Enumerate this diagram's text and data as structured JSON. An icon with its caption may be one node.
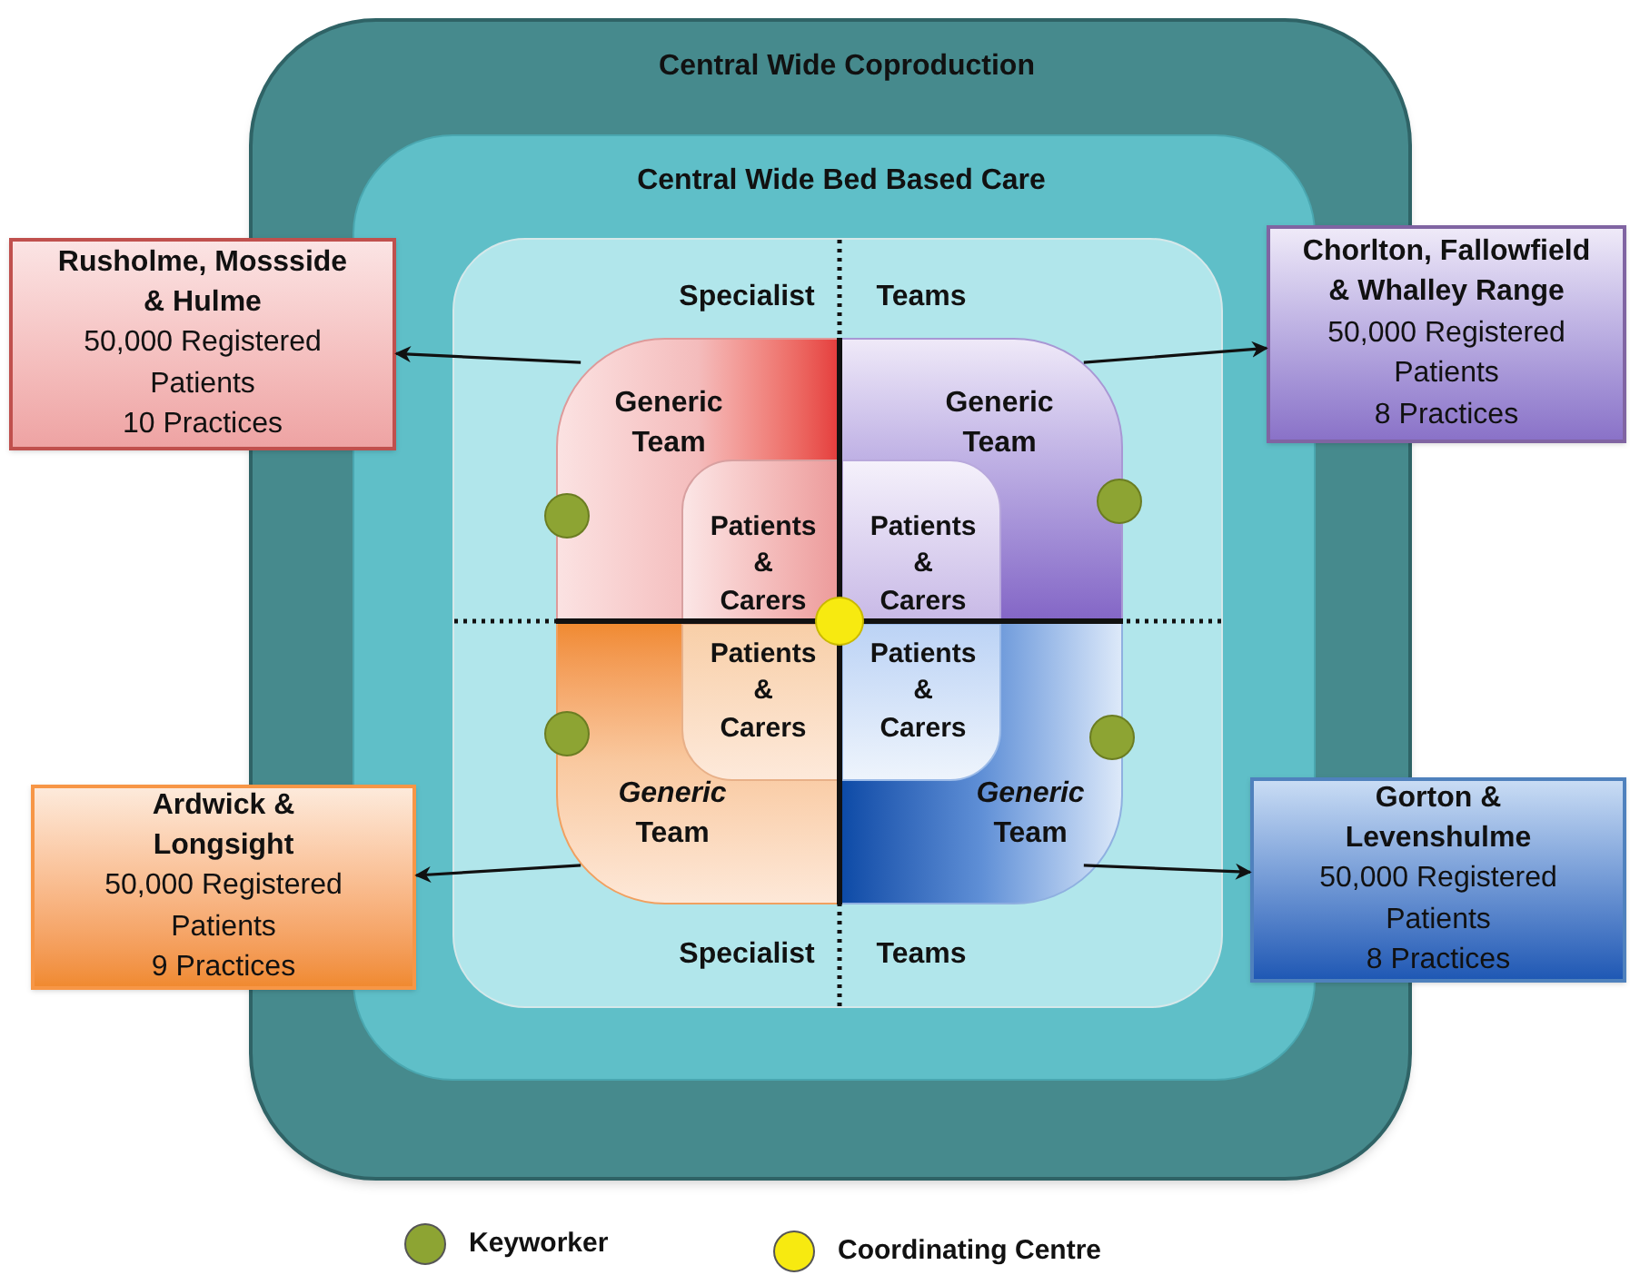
{
  "diagram": {
    "nodes": [
      {
        "text": [
          "Central Wide Coproduction"
        ]
      },
      {
        "text": [
          "Central Wide Bed Based Care"
        ],
        "in": 0
      },
      {
        "text": [
          "Specialist",
          "Teams",
          "Specialist",
          "Teams"
        ],
        "in": 1
      },
      {
        "text": [
          "Generic Team"
        ],
        "in": 2
      },
      {
        "text": [
          "Generic Team"
        ],
        "in": 2
      },
      {
        "text": [
          "*Generic* Team"
        ],
        "in": 2
      },
      {
        "text": [
          "*Generic* Team"
        ],
        "in": 2
      },
      {
        "text": [
          "Patients & Carers"
        ],
        "in": 3
      },
      {
        "text": [
          "Patients & Carers"
        ],
        "in": 4
      },
      {
        "text": [
          "Patients & Carers"
        ],
        "in": 5
      },
      {
        "text": [
          "Patients & Carers"
        ],
        "in": 6
      },
      {
        "text": [
          "Rusholme, Mossside & Hulme",
          "50,000 Registered Patients",
          "10 Practices"
        ]
      },
      {
        "text": [
          "Chorlton, Fallowfield & Whalley Range",
          "50,000 Registered Patients",
          "8 Practices"
        ]
      },
      {
        "text": [
          "Ardwick & Longsight",
          "50,000 Registered Patients",
          "9 Practices"
        ]
      },
      {
        "text": [
          "Gorton & Levenshulme",
          "50,000 Registered Patients",
          "8 Practices"
        ]
      }
    ],
    "edges": [
      {
        "from": 3,
        "to": 11,
        "arrow": "to"
      },
      {
        "from": 4,
        "to": 12,
        "arrow": "to"
      },
      {
        "from": 5,
        "to": 13,
        "arrow": "to"
      },
      {
        "from": 6,
        "to": 14,
        "arrow": "to"
      }
    ],
    "legend": [
      {
        "text": "Keyworker",
        "color": "#8da433"
      },
      {
        "text": "Coordinating Centre",
        "color": "#f7ea10"
      }
    ]
  }
}
